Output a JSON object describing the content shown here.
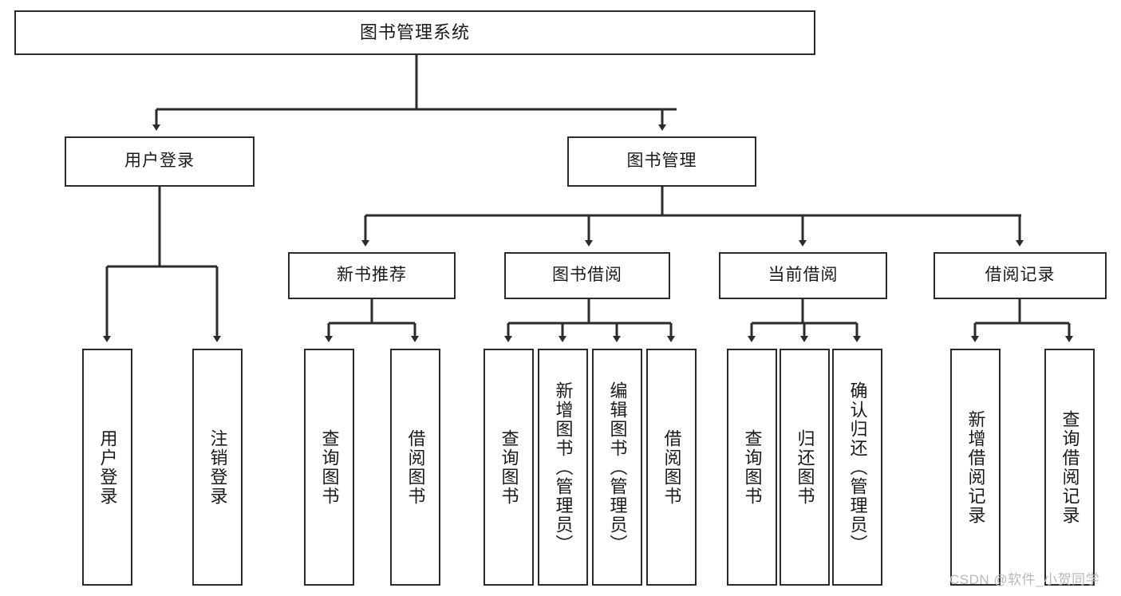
{
  "diagram": {
    "title": "图书管理系统",
    "type": "tree-hierarchy-diagram",
    "colors": {
      "box_border": "#2b2b2b",
      "box_fill": "#ffffff",
      "connector": "#2b2b2b",
      "text": "#1a1a1a",
      "watermark": "#b9b9b9"
    },
    "root": {
      "label": "图书管理系统"
    },
    "level2": [
      {
        "label": "用户登录"
      },
      {
        "label": "图书管理"
      }
    ],
    "level3": [
      {
        "label": "新书推荐"
      },
      {
        "label": "图书借阅"
      },
      {
        "label": "当前借阅"
      },
      {
        "label": "借阅记录"
      }
    ],
    "leaves_user_login": [
      {
        "label": "用户登录"
      },
      {
        "label": "注销登录"
      }
    ],
    "leaves_new_books": [
      {
        "label": "查询图书"
      },
      {
        "label": "借阅图书"
      }
    ],
    "leaves_borrow": [
      {
        "label": "查询图书"
      },
      {
        "label": "新增图书（管理员）"
      },
      {
        "label": "编辑图书（管理员）"
      },
      {
        "label": "借阅图书"
      }
    ],
    "leaves_current": [
      {
        "label": "查询图书"
      },
      {
        "label": "归还图书"
      },
      {
        "label": "确认归还（管理员）"
      }
    ],
    "leaves_records": [
      {
        "label": "新增借阅记录"
      },
      {
        "label": "查询借阅记录"
      }
    ]
  },
  "watermark": {
    "text": "CSDN @软件_小贺同学"
  }
}
